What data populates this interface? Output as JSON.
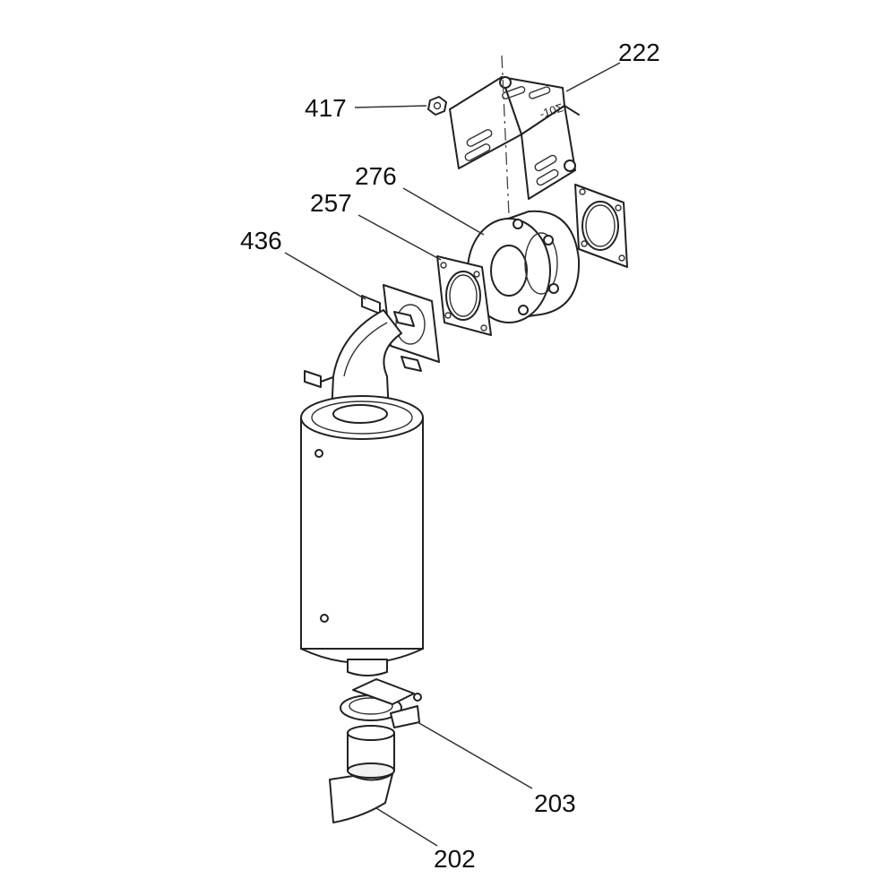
{
  "diagram": {
    "callouts": [
      {
        "id": "c222",
        "label": "222"
      },
      {
        "id": "c417",
        "label": "417"
      },
      {
        "id": "c276",
        "label": "276"
      },
      {
        "id": "c257",
        "label": "257"
      },
      {
        "id": "c436",
        "label": "436"
      },
      {
        "id": "c203",
        "label": "203"
      },
      {
        "id": "c202",
        "label": "202"
      }
    ],
    "bracket_stamp": "-10Σ"
  }
}
